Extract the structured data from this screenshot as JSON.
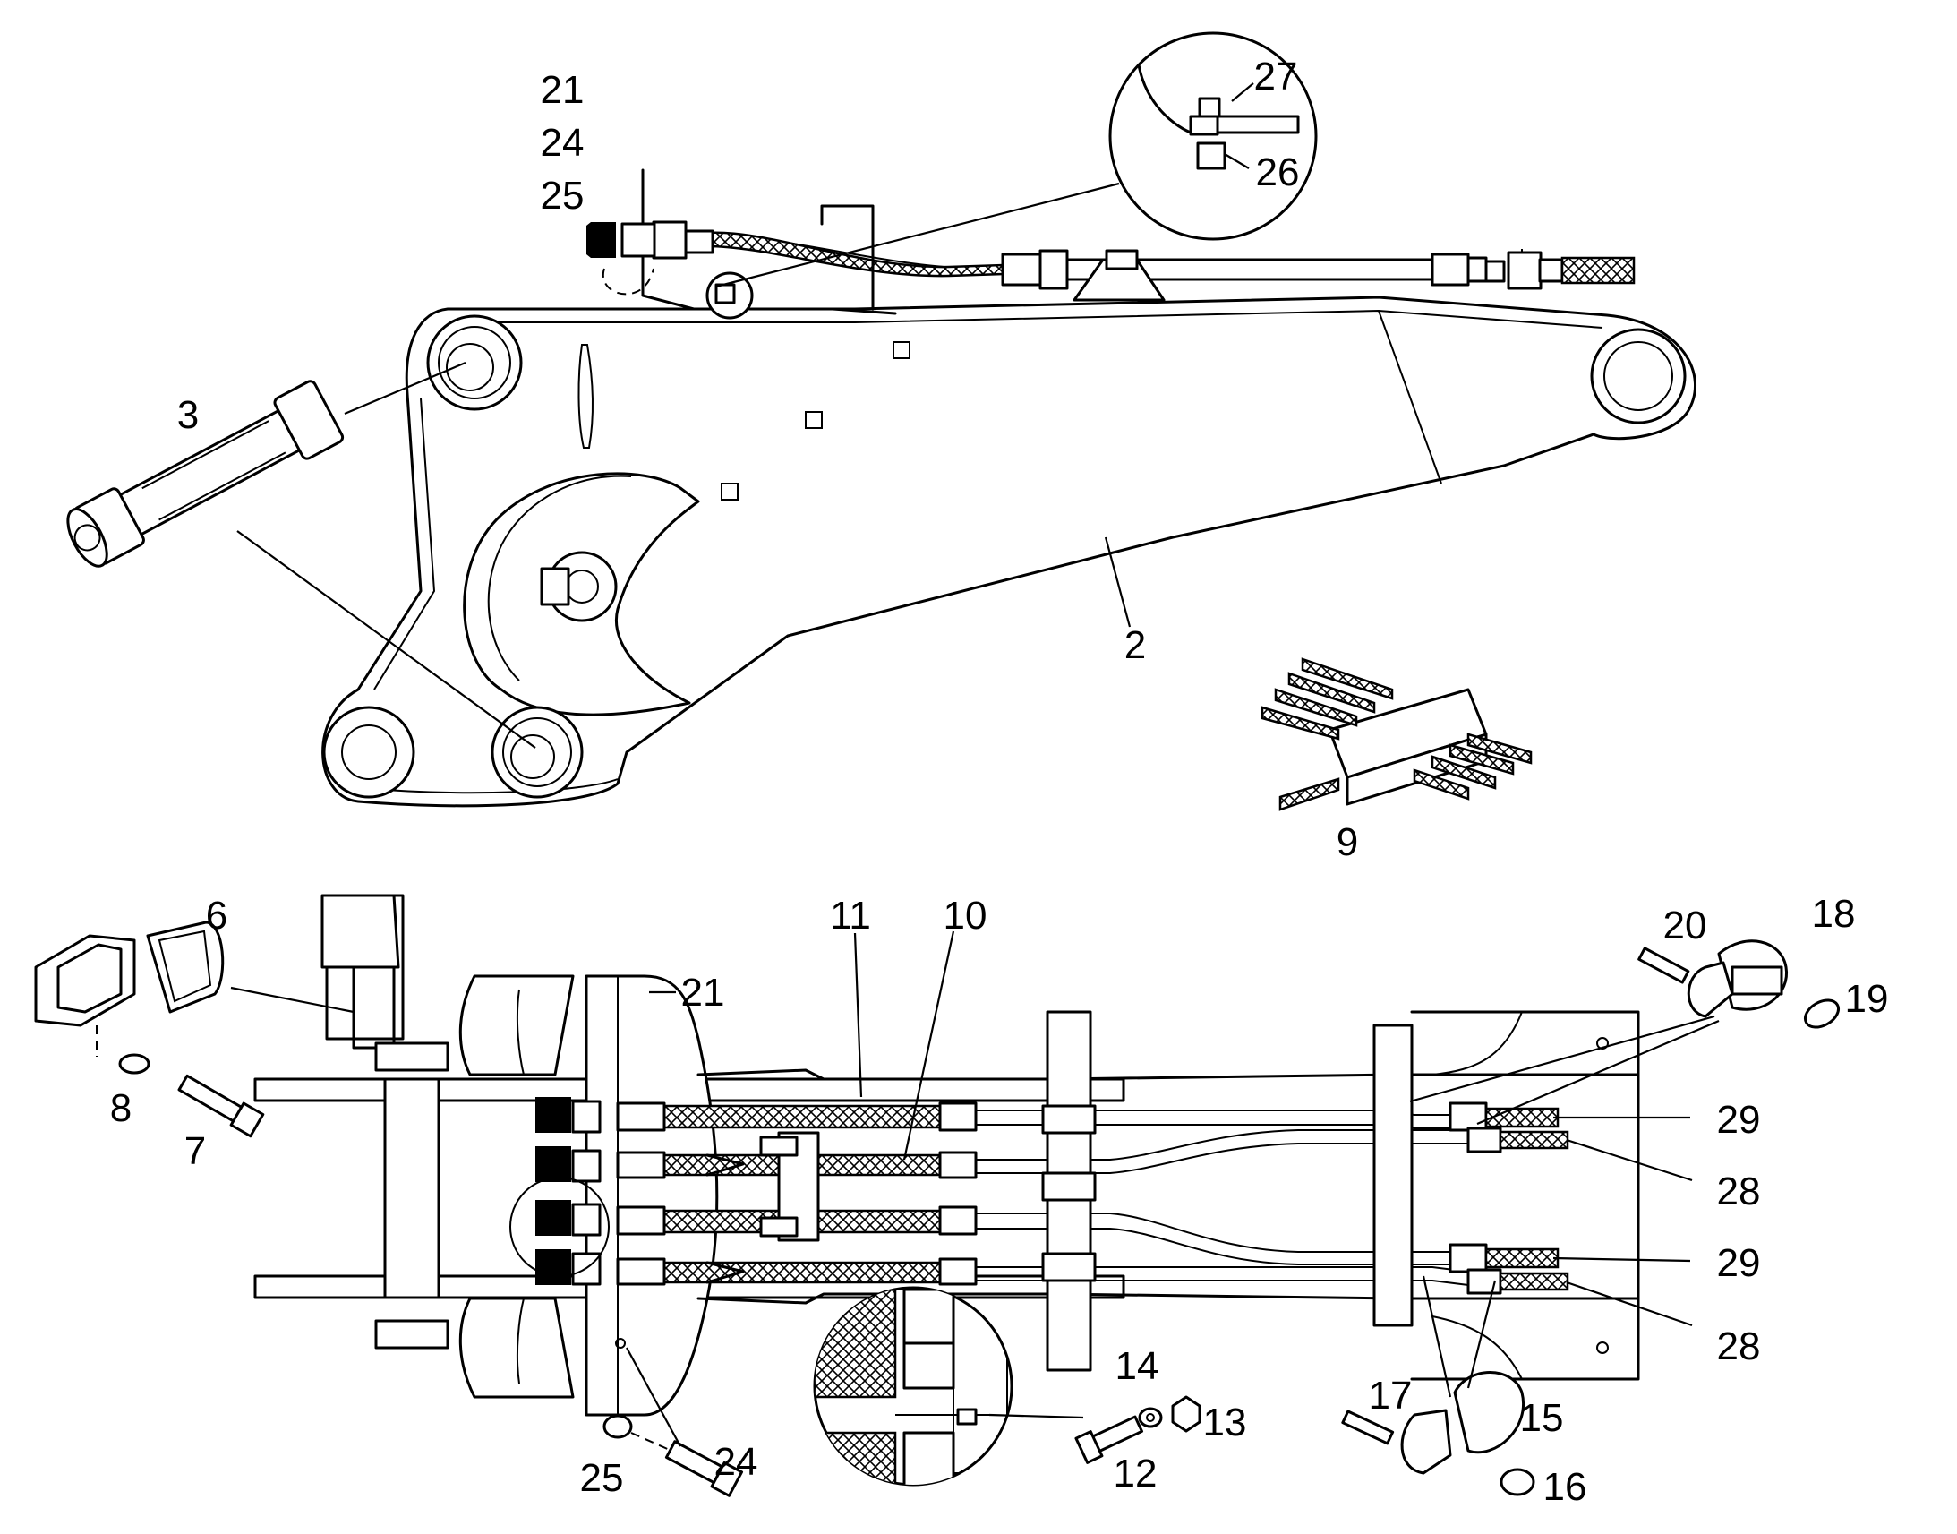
{
  "figure": {
    "callouts": {
      "c21a": "21",
      "c24a": "24",
      "c25a": "25",
      "c27": "27",
      "c26": "26",
      "c3": "3",
      "c2": "2",
      "c9": "9",
      "c6": "6",
      "c8": "8",
      "c7": "7",
      "c11": "11",
      "c10": "10",
      "c21b": "21",
      "c20": "20",
      "c18": "18",
      "c19": "19",
      "c29a": "29",
      "c28a": "28",
      "c29b": "29",
      "c28b": "28",
      "c14": "14",
      "c13": "13",
      "c12": "12",
      "c17": "17",
      "c15": "15",
      "c16": "16",
      "c25b": "25",
      "c24b": "24"
    }
  }
}
